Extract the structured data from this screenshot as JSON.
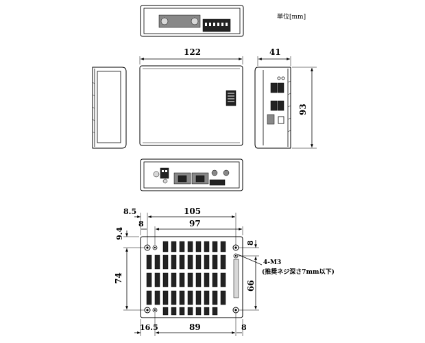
{
  "unit_label": "単位[mm]",
  "dimensions": {
    "width_122": "122",
    "depth_41": "41",
    "height_93": "93",
    "offset_8_5": "8.5",
    "hole_pitch_105": "105",
    "inset_8_left": "8",
    "inner_97": "97",
    "offset_9_4": "9.4",
    "inset_8_right": "8",
    "height_74": "74",
    "height_66": "66",
    "offset_16_5": "16.5",
    "pitch_89": "89",
    "inset_8_bottom": "8"
  },
  "callout": {
    "line1": "4-M3",
    "line2": "(推奨ネジ深さ7mm以下)"
  },
  "colors": {
    "line": "#000000",
    "fill_dark": "#222222",
    "fill_mid": "#888888",
    "fill_light": "#d8d8d8"
  }
}
